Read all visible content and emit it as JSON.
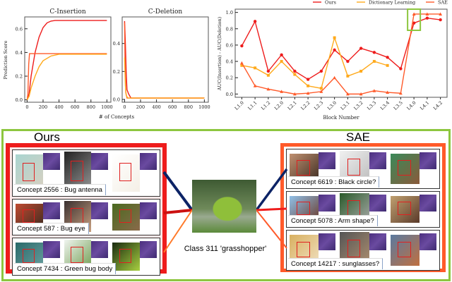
{
  "chart_data": [
    {
      "type": "line",
      "title": "C-Insertion",
      "xlabel": "# of Concepts",
      "ylabel": "Prediction Score",
      "xlim": [
        -30,
        1050
      ],
      "ylim": [
        -0.02,
        0.7
      ],
      "xticks": [
        0,
        200,
        400,
        600,
        800,
        1000
      ],
      "yticks": [
        0.0,
        0.2,
        0.4,
        0.6
      ],
      "series": [
        {
          "key": "ours",
          "x": [
            0,
            25,
            50,
            100,
            150,
            200,
            250,
            300,
            350,
            400,
            600,
            1000
          ],
          "y": [
            0,
            0.05,
            0.2,
            0.4,
            0.53,
            0.61,
            0.65,
            0.665,
            0.67,
            0.67,
            0.67,
            0.67
          ]
        },
        {
          "key": "sae",
          "x": [
            0,
            10,
            20,
            30,
            1000
          ],
          "y": [
            0,
            0.05,
            0.3,
            0.39,
            0.39
          ]
        },
        {
          "key": "dl",
          "x": [
            0,
            25,
            50,
            100,
            150,
            200,
            300,
            400,
            1000
          ],
          "y": [
            0,
            0.03,
            0.1,
            0.2,
            0.28,
            0.33,
            0.37,
            0.385,
            0.385
          ]
        }
      ]
    },
    {
      "type": "line",
      "title": "C-Deletion",
      "xlabel": "",
      "ylabel": "",
      "xlim": [
        -30,
        1050
      ],
      "ylim": [
        -0.02,
        0.59
      ],
      "xticks": [
        0,
        200,
        400,
        600,
        800,
        1000
      ],
      "yticks": [
        0.0,
        0.2,
        0.4
      ],
      "series": [
        {
          "key": "ours",
          "x": [
            0,
            10,
            20,
            30,
            50,
            80,
            100,
            1000
          ],
          "y": [
            0.56,
            0.4,
            0.2,
            0.07,
            0.04,
            0.01,
            0.01,
            0.01
          ]
        },
        {
          "key": "sae",
          "x": [
            0,
            5,
            15,
            30,
            1000
          ],
          "y": [
            0.55,
            0.3,
            0.05,
            0.01,
            0.01
          ]
        },
        {
          "key": "dl",
          "x": [
            0,
            10,
            20,
            40,
            1000
          ],
          "y": [
            0.3,
            0.1,
            0.03,
            0.01,
            0.01
          ]
        }
      ]
    },
    {
      "type": "line",
      "title": "",
      "xlabel": "Block Number",
      "ylabel": "AUC(Insertion) - AUC(Deletion)",
      "ylim": [
        -0.04,
        1.04
      ],
      "yticks": [
        0.0,
        0.2,
        0.4,
        0.6,
        0.8,
        1.0
      ],
      "categories": [
        "L1.0",
        "L1.1",
        "L1.2",
        "L2.0",
        "L2.1",
        "L2.2",
        "L2.3",
        "L3.0",
        "L3.1",
        "L3.2",
        "L3.3",
        "L3.4",
        "L3.5",
        "L4.0",
        "L4.1",
        "L4.2"
      ],
      "legend": "top",
      "highlight": "L4.0",
      "series": [
        {
          "key": "ours",
          "name": "Ours",
          "marker": "circle",
          "values": [
            0.59,
            0.89,
            0.28,
            0.48,
            0.28,
            0.18,
            0.28,
            0.54,
            0.4,
            0.56,
            0.51,
            0.45,
            0.31,
            0.87,
            0.93,
            0.91
          ]
        },
        {
          "key": "dl",
          "name": "Dictionary Learning",
          "marker": "square",
          "values": [
            0.35,
            0.32,
            0.23,
            0.4,
            0.24,
            0.1,
            0.07,
            0.69,
            0.22,
            0.28,
            0.4,
            0.35,
            null,
            null,
            null,
            null
          ]
        },
        {
          "key": "sae",
          "name": "SAE",
          "marker": "triangle",
          "values": [
            0.38,
            0.1,
            0.06,
            0.03,
            0.0,
            0.01,
            0.03,
            0.2,
            0.0,
            0.0,
            0.04,
            0.02,
            0.01,
            0.98,
            0.98,
            0.98
          ]
        }
      ]
    }
  ],
  "colors": {
    "ours": "#ee1c1c",
    "dl": "#ffaa1c",
    "sae": "#ff5a2a",
    "frame": "#8dc63f",
    "navy": "#0c2366"
  },
  "bottom": {
    "ours_title": "Ours",
    "sae_title": "SAE",
    "class_caption": "Class 311 'grasshopper'",
    "ours_concepts": [
      {
        "label": "Concept 2556 : Bug antenna"
      },
      {
        "label": "Concept 587 : Bug eye"
      },
      {
        "label": "Concept 7434 : Green bug body"
      }
    ],
    "sae_concepts": [
      {
        "label": "Concept 6619 : Black circle?"
      },
      {
        "label": "Concept 5078 : Arm shape?"
      },
      {
        "label": "Concept 14217 : sunglasses?"
      }
    ]
  }
}
